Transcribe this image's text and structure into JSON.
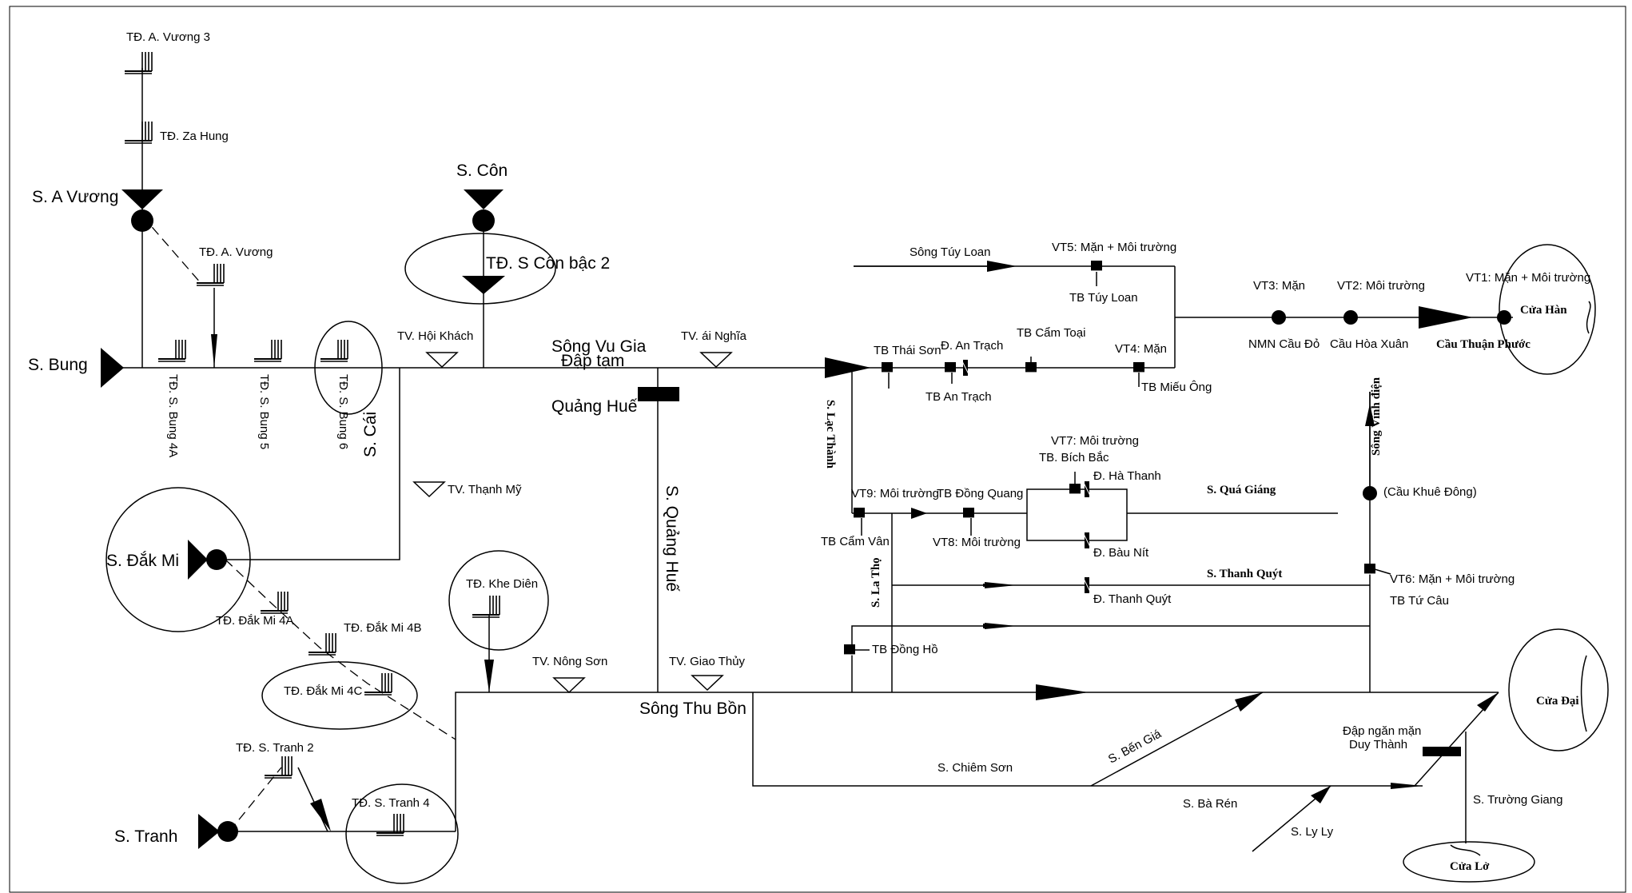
{
  "rivers": {
    "s_bung": "S. Bung",
    "s_a_vuong": "S. A Vương",
    "s_con": "S. Côn",
    "s_cai": "S. Cái",
    "s_dak_mi": "S. Đắk Mi",
    "s_tranh": "S. Tranh",
    "song_vu_gia": "Sông Vu Gia",
    "s_quang_hue": "S. Quảng Huế",
    "song_thu_bon": "Sông Thu Bồn",
    "song_tuy_loan": "Sông Túy Loan",
    "s_lac_thanh": "S. Lạc Thành",
    "s_la_tho": "S. La Thọ",
    "s_qua_giang": "S. Quá Giáng",
    "s_thanh_quyt": "S. Thanh Quýt",
    "song_vinh_dien": "Sông Vĩnh điện",
    "s_chiem_son": "S. Chiêm Sơn",
    "s_ben_gia": "S. Bến Giá",
    "s_ba_ren": "S. Bà Rén",
    "s_ly_ly": "S. Ly Ly",
    "s_truong_giang": "S. Trường Giang"
  },
  "hydropower": {
    "a_vuong_3": "TĐ. A. Vương 3",
    "za_hung": "TĐ. Za Hung",
    "a_vuong": "TĐ. A. Vương",
    "s_con_bac_2": "TĐ. S Côn bậc 2",
    "s_bung_4a": "TĐ. S. Bung 4A",
    "s_bung_5": "TĐ. S. Bung 5",
    "s_bung_6": "TĐ. S. Bung 6",
    "dak_mi_4a": "TĐ. Đắk Mi 4A",
    "dak_mi_4b": "TĐ. Đắk Mi 4B",
    "dak_mi_4c": "TĐ. Đắk Mi 4C",
    "khe_dien": "TĐ. Khe Diên",
    "s_tranh_2": "TĐ. S. Tranh 2",
    "s_tranh_4": "TĐ. S. Tranh 4"
  },
  "gauges": {
    "hoi_khach": "TV. Hội Khách",
    "ai_nghia": "TV. ái Nghĩa",
    "thanh_my": "TV. Thạnh Mỹ",
    "nong_son": "TV. Nông Sơn",
    "giao_thuy": "TV. Giao Thủy"
  },
  "structures": {
    "dap_tam_1": "Đập tạm",
    "dap_tam_2": "Quảng Huế",
    "dap_ngan_man_1": "Đập ngăn mặn",
    "dap_ngan_man_2": "Duy Thành",
    "d_an_trach": "Đ. An Trạch",
    "d_ha_thanh": "Đ. Hà Thanh",
    "d_bau_nit": "Đ. Bàu Nít",
    "d_thanh_quyt": "Đ. Thanh Quýt"
  },
  "pump_stations": {
    "tuy_loan": "TB Túy Loan",
    "thai_son": "TB Thái Sơn",
    "an_trach": "TB An Trạch",
    "cam_toai": "TB Cẩm Toại",
    "mieu_ong": "TB Miếu Ông",
    "bich_bac": "TB. Bích Bắc",
    "dong_quang": "TB Đồng Quang",
    "cam_van": "TB Cẩm Vân",
    "dong_ho": "TB Đồng Hồ",
    "tu_cau": "TB Tứ Câu"
  },
  "monitoring": {
    "vt1": "VT1: Mặn + Môi trường",
    "vt2": "VT2: Môi trường",
    "vt3": "VT3: Mặn",
    "vt4": "VT4: Mặn",
    "vt5": "VT5: Mặn + Môi trường",
    "vt6": "VT6: Mặn + Môi trường",
    "vt7": "VT7: Môi trường",
    "vt8": "VT8: Môi trường",
    "vt9": "VT9: Môi trường"
  },
  "places": {
    "nmn_cau_do": "NMN Cầu Đỏ",
    "cau_hoa_xuan": "Cầu Hòa Xuân",
    "cau_thuan_phuoc": "Cầu Thuận Phước",
    "cau_khue_dong": "(Cầu Khuê Đông)"
  },
  "outlets": {
    "cua_han": "Cửa Hàn",
    "cua_dai": "Cửa Đại",
    "cua_lo": "Cửa Lở"
  }
}
